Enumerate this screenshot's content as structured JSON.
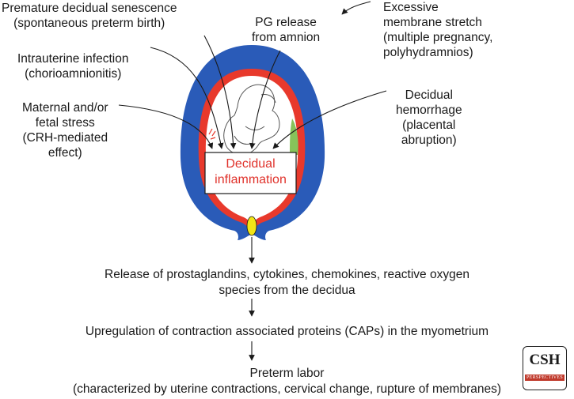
{
  "labels": {
    "premature_decidual": [
      "Premature decidual senescence",
      "(spontaneous preterm birth)"
    ],
    "pg_release": [
      "PG release",
      "from amnion"
    ],
    "excessive_stretch": [
      "Excessive",
      "membrane stretch",
      "(multiple pregnancy,",
      "polyhydramnios)"
    ],
    "intrauterine_infection": [
      "Intrauterine infection",
      "(chorioamnionitis)"
    ],
    "maternal_stress": [
      "Maternal and/or",
      "fetal stress",
      "(CRH-mediated",
      "effect)"
    ],
    "decidual_hemorrhage": [
      "Decidual",
      "hemorrhage",
      "(placental",
      "abruption)"
    ]
  },
  "center_box": [
    "Decidual",
    "inflammation"
  ],
  "flow": {
    "step1": [
      "Release of prostaglandins, cytokines, chemokines, reactive oxygen",
      "species from the decidua"
    ],
    "step2": [
      "Upregulation of contraction associated proteins (CAPs) in the myometrium"
    ],
    "step3": [
      "Preterm labor",
      "(characterized by uterine contractions, cervical change, rupture of membranes)"
    ]
  },
  "logo": {
    "line1": "CSH",
    "line2": "PERSPECTIVES"
  },
  "colors": {
    "myometrium": "#2a5bb8",
    "decidua": "#e8392c",
    "hemorrhage": "#86c35a",
    "cervix": "#f2e416",
    "inflammation_text": "#e0322b"
  }
}
